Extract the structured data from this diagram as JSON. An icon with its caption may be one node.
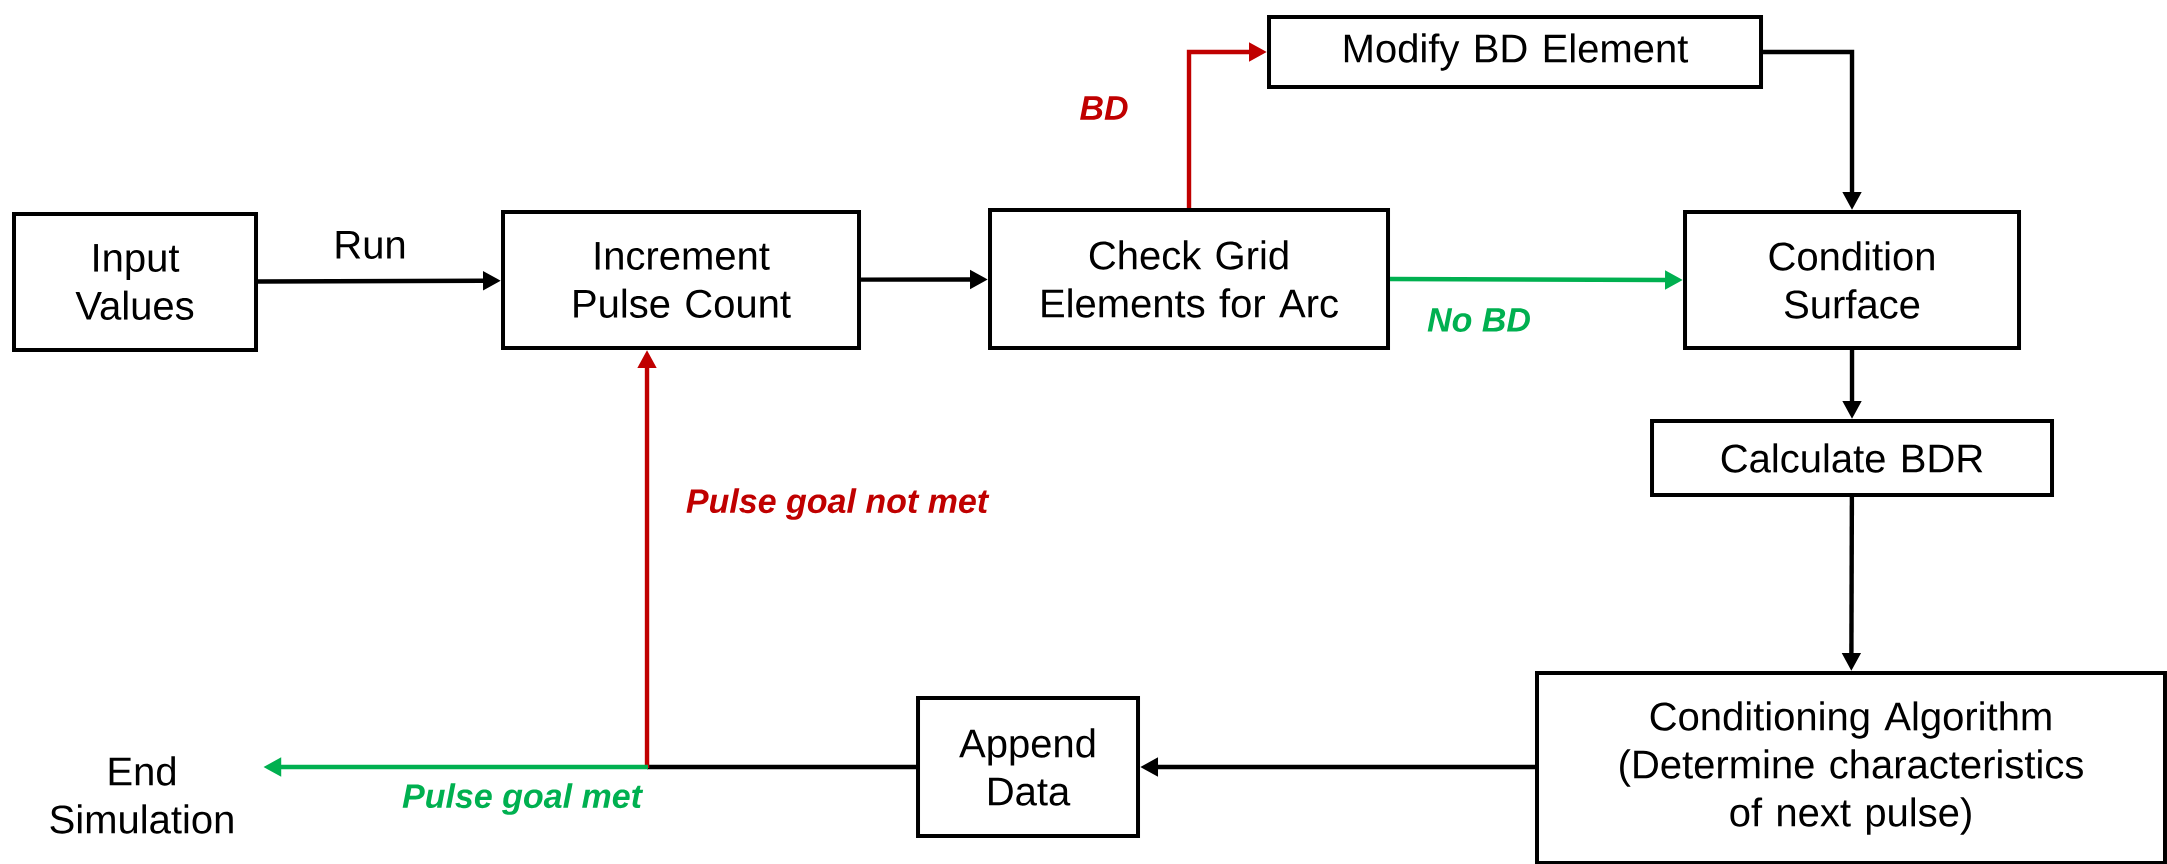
{
  "diagram": {
    "nodes": [
      {
        "text": [
          "Input Values"
        ]
      },
      {
        "text": [
          "Increment Pulse Count"
        ]
      },
      {
        "text": [
          "Check Grid Elements for Arc"
        ]
      },
      {
        "text": [
          "Modify BD Element"
        ]
      },
      {
        "text": [
          "Condition Surface"
        ]
      },
      {
        "text": [
          "Calculate BDR"
        ]
      },
      {
        "text": [
          "Conditioning Algorithm (Determine characteristics of next pulse)"
        ]
      },
      {
        "text": [
          "Append Data"
        ]
      },
      {
        "text": [
          "End Simulation"
        ]
      }
    ],
    "edges": [
      {
        "from": 0,
        "to": 1,
        "arrow": "to",
        "label": "Run"
      },
      {
        "from": 1,
        "to": 2,
        "arrow": "to"
      },
      {
        "from": 2,
        "to": 3,
        "arrow": "to",
        "label": "BD",
        "color": "#c00000"
      },
      {
        "from": 2,
        "to": 4,
        "arrow": "to",
        "label": "No BD",
        "color": "#00b050"
      },
      {
        "from": 3,
        "to": 4,
        "arrow": "to"
      },
      {
        "from": 4,
        "to": 5,
        "arrow": "to"
      },
      {
        "from": 5,
        "to": 6,
        "arrow": "to"
      },
      {
        "from": 6,
        "to": 7,
        "arrow": "to"
      },
      {
        "from": 7,
        "to": 1,
        "arrow": "to",
        "label": "Pulse goal not met",
        "color": "#c00000"
      },
      {
        "from": 7,
        "to": 8,
        "arrow": "to",
        "label": "Pulse goal met",
        "color": "#00b050"
      }
    ]
  }
}
